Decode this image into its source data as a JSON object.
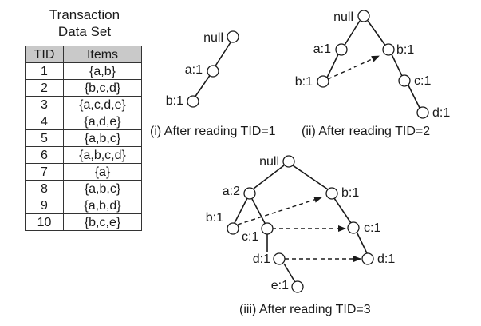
{
  "dataset": {
    "title_line1": "Transaction",
    "title_line2": "Data Set",
    "headers": [
      "TID",
      "Items"
    ],
    "rows": [
      {
        "tid": "1",
        "items": "{a,b}"
      },
      {
        "tid": "2",
        "items": "{b,c,d}"
      },
      {
        "tid": "3",
        "items": "{a,c,d,e}"
      },
      {
        "tid": "4",
        "items": "{a,d,e}"
      },
      {
        "tid": "5",
        "items": "{a,b,c}"
      },
      {
        "tid": "6",
        "items": "{a,b,c,d}"
      },
      {
        "tid": "7",
        "items": "{a}"
      },
      {
        "tid": "8",
        "items": "{a,b,c}"
      },
      {
        "tid": "9",
        "items": "{a,b,d}"
      },
      {
        "tid": "10",
        "items": "{b,c,e}"
      }
    ]
  },
  "trees": {
    "t1": {
      "caption": "(i) After reading TID=1",
      "nodes": {
        "root": "null",
        "a": "a:1",
        "b": "b:1"
      }
    },
    "t2": {
      "caption": "(ii) After reading TID=2",
      "nodes": {
        "root": "null",
        "a": "a:1",
        "ab": "b:1",
        "b": "b:1",
        "c": "c:1",
        "d": "d:1"
      }
    },
    "t3": {
      "caption": "(iii) After reading TID=3",
      "nodes": {
        "root": "null",
        "a": "a:2",
        "ab": "b:1",
        "ac": "c:1",
        "ad": "d:1",
        "ae": "e:1",
        "b": "b:1",
        "c": "c:1",
        "d": "d:1"
      }
    }
  },
  "colors": {
    "line": "#1a1a1a",
    "header_fill": "#c9c9c9",
    "node_fill": "#ffffff"
  }
}
